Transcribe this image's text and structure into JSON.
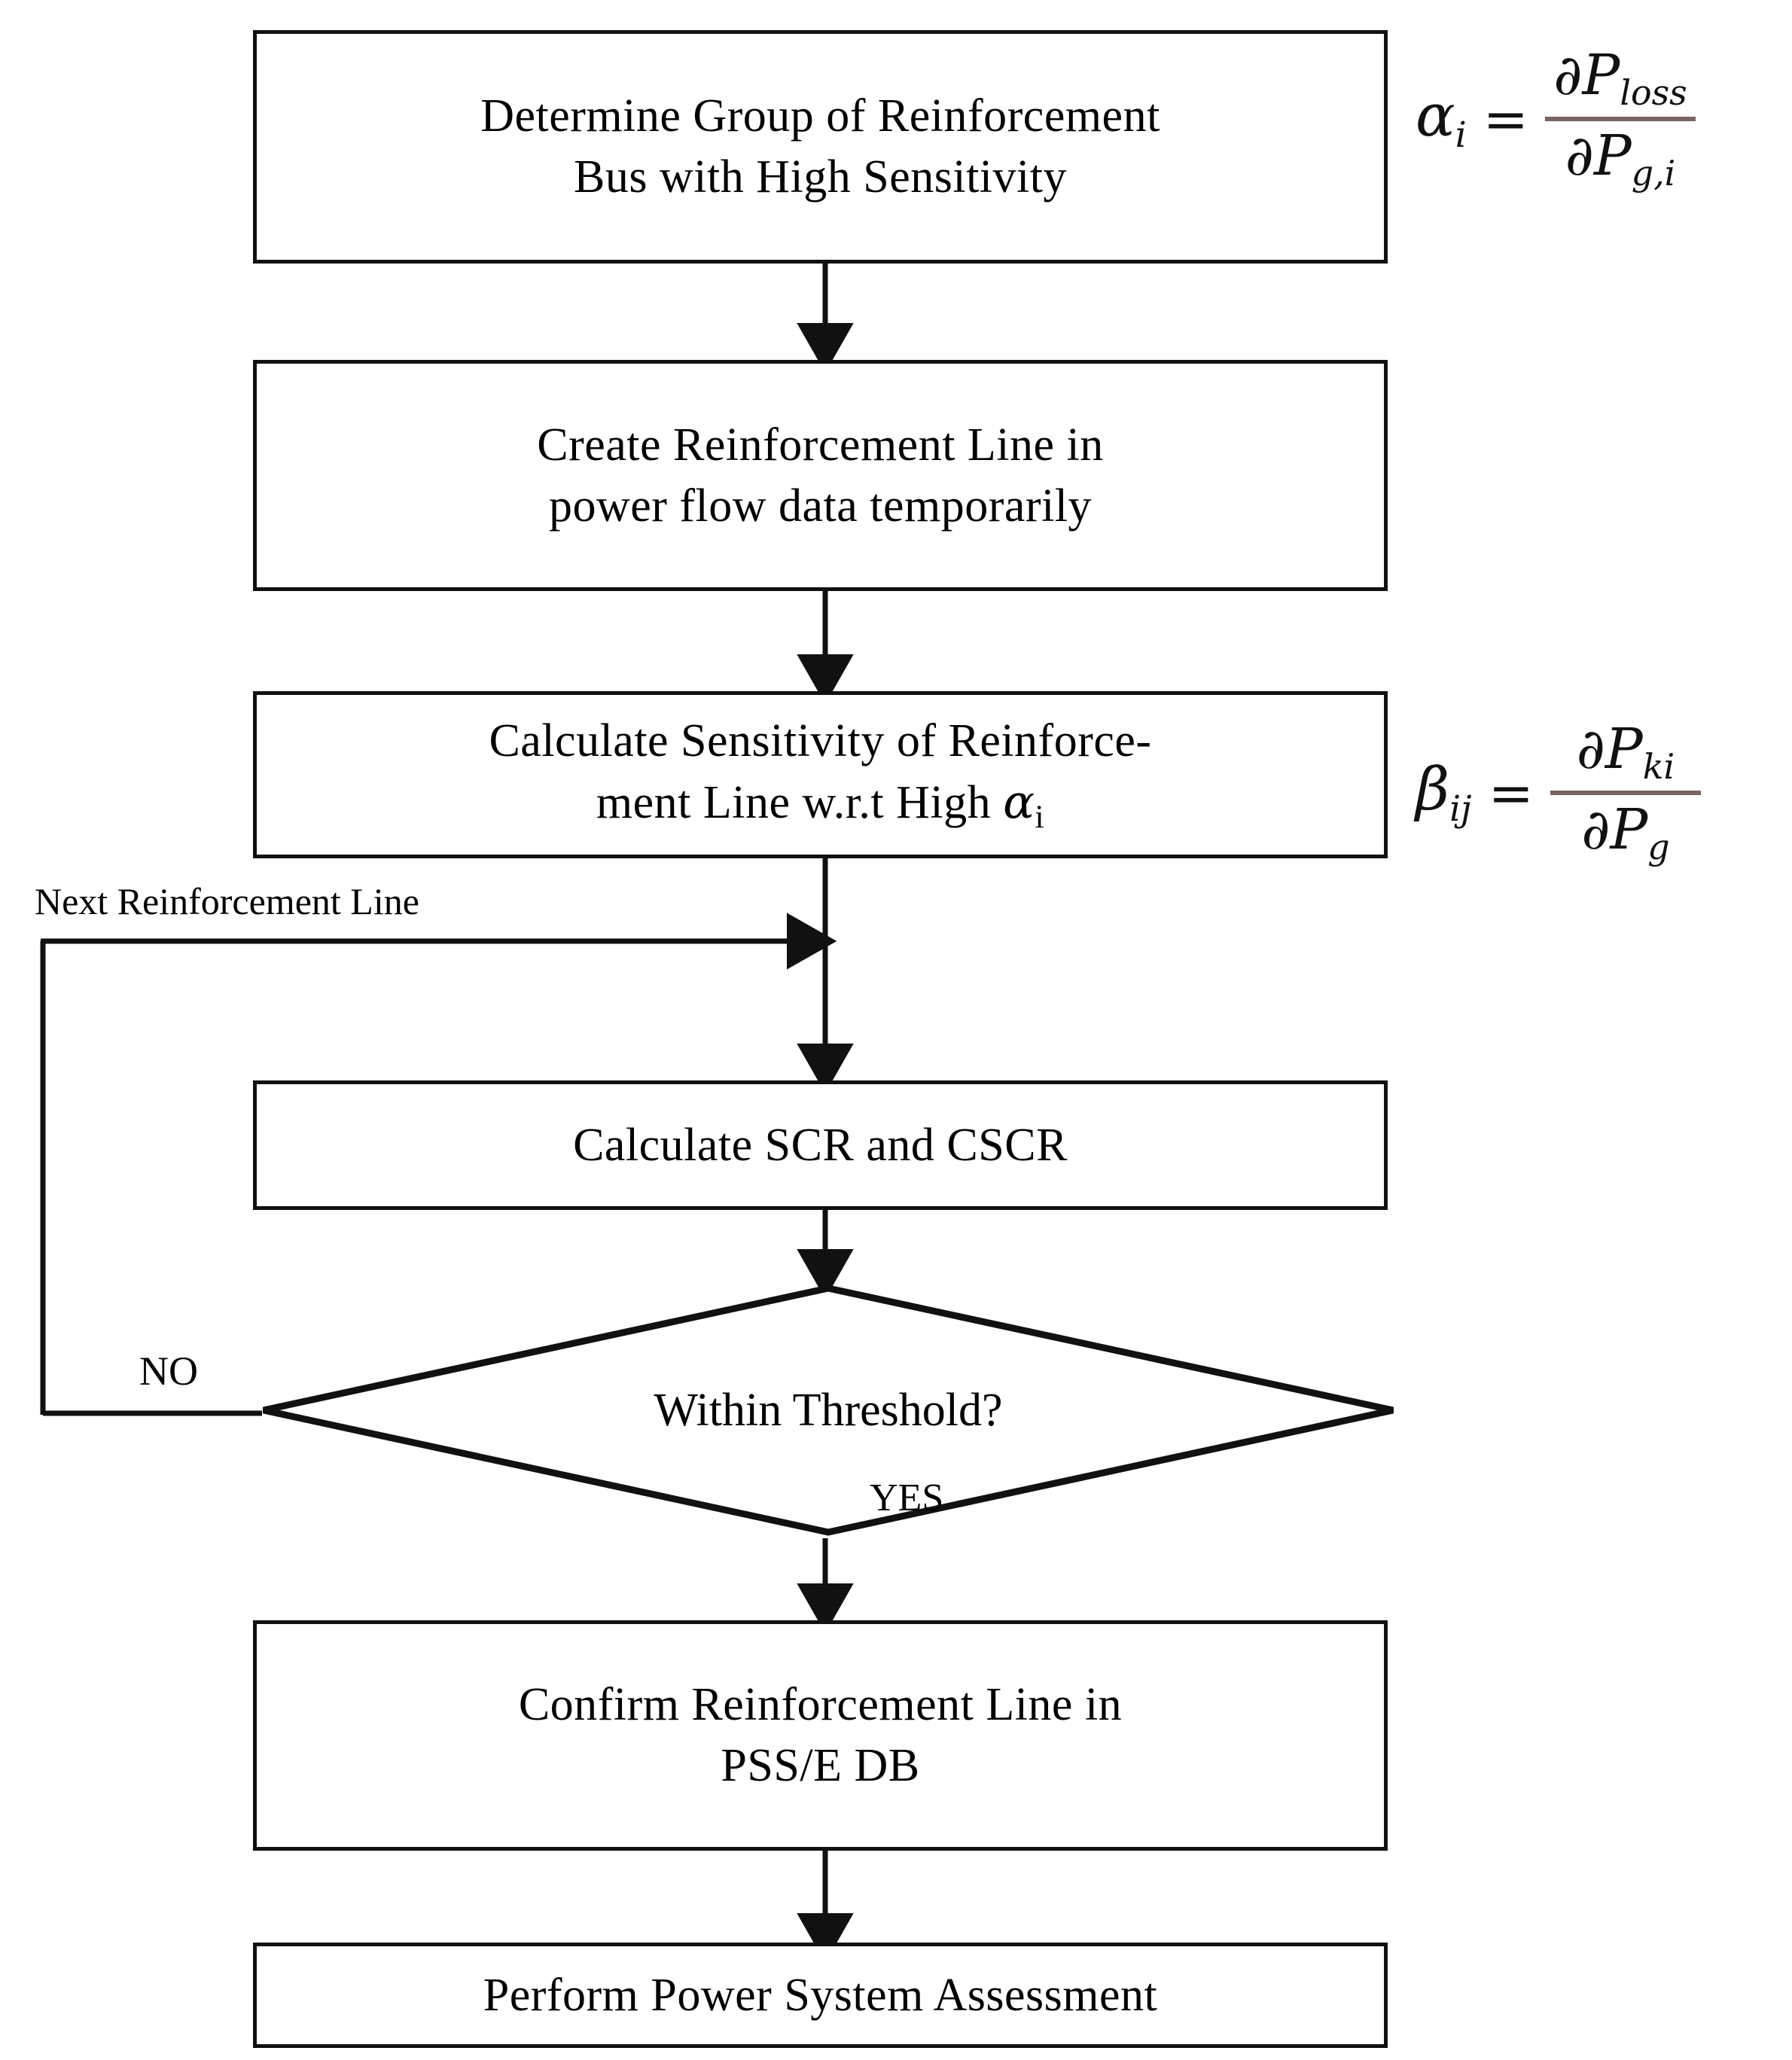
{
  "diagram": {
    "title": "Reinforcement Line Selection Flowchart",
    "type": "flowchart",
    "background": "#ffffff",
    "stroke_color": "#111111",
    "fraction_bar_color": "#7a625e"
  },
  "nodes": {
    "determine_group": {
      "shape": "process",
      "line1": "Determine Group of Reinforcement",
      "line2": "Bus with High Sensitivity"
    },
    "create_line": {
      "shape": "process",
      "line1": "Create Reinforcement Line in",
      "line2": "power flow data temporarily"
    },
    "calculate_sensitivity": {
      "shape": "process",
      "line1": "Calculate Sensitivity of Reinforce-",
      "line2_prefix": "ment Line w.r.t High ",
      "line2_symbol": "α",
      "line2_subscript": "i"
    },
    "calculate_scr": {
      "shape": "process",
      "label": "Calculate SCR and CSCR"
    },
    "within_threshold": {
      "shape": "decision",
      "label": "Within Threshold?"
    },
    "confirm_line": {
      "shape": "process",
      "line1": "Confirm Reinforcement Line in",
      "line2": "PSS/E DB"
    },
    "perform_assessment": {
      "shape": "process",
      "label": "Perform Power System Assessment"
    }
  },
  "edge_labels": {
    "next_reinforcement_line": "Next Reinforcement Line",
    "no": "NO",
    "yes": "YES"
  },
  "formulas": {
    "alpha": {
      "lhs_symbol": "α",
      "lhs_subscript": "i",
      "operator": "=",
      "numerator_partial": "∂",
      "numerator_base": "P",
      "numerator_subscript": "loss",
      "denominator_partial": "∂",
      "denominator_base": "P",
      "denominator_subscript": "g,i",
      "plain": "αi = ∂Ploss / ∂Pg,i"
    },
    "beta": {
      "lhs_symbol": "β",
      "lhs_subscript": "ij",
      "operator": "=",
      "numerator_partial": "∂",
      "numerator_base": "P",
      "numerator_subscript": "ki",
      "denominator_partial": "∂",
      "denominator_base": "P",
      "denominator_subscript": "g",
      "plain": "βij = ∂Pki / ∂Pg"
    }
  }
}
